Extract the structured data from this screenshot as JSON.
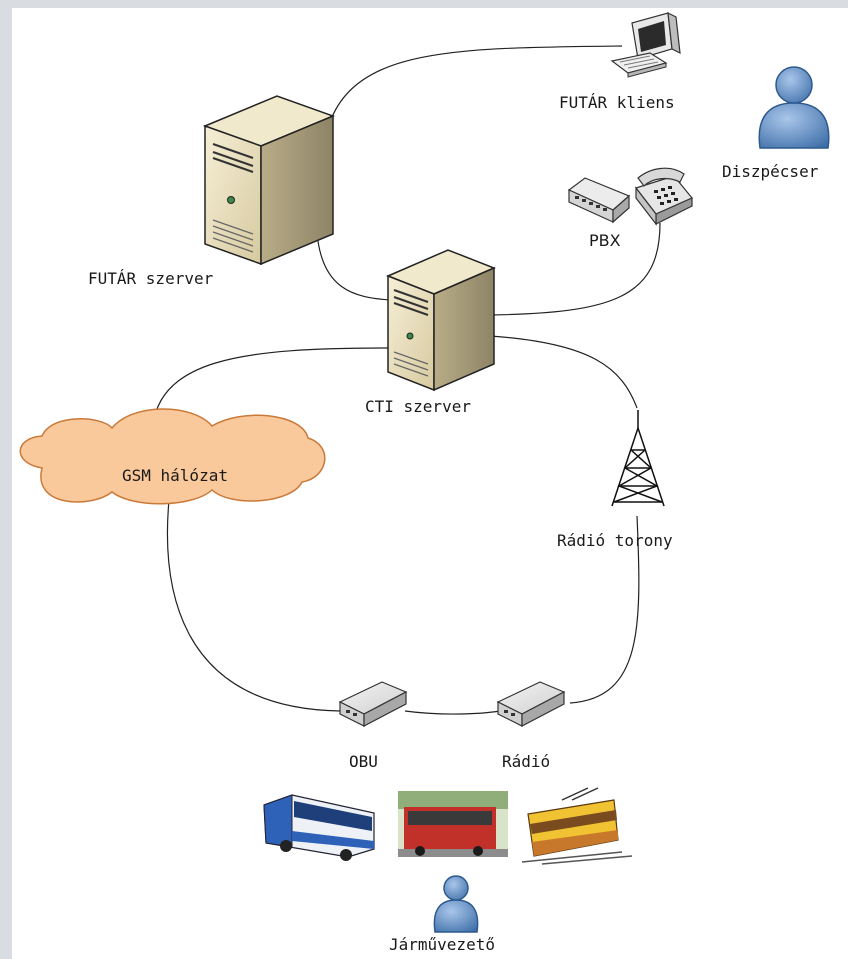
{
  "diagram": {
    "nodes": {
      "futar_kliens": "FUTÁR kliens",
      "diszpecser": "Diszpécser",
      "pbx": "PBX",
      "futar_szerver": "FUTÁR szerver",
      "cti_szerver": "CTI szerver",
      "gsm_halozat": "GSM hálózat",
      "radio_torony": "Rádió torony",
      "obu": "OBU",
      "radio": "Rádió",
      "jarmuvezeto": "Járművezető"
    },
    "icons": [
      "desktop-computer-icon",
      "dispatcher-person-icon",
      "pbx-switch-icon",
      "telephone-icon",
      "futar-server-icon",
      "cti-server-icon",
      "gsm-cloud-icon",
      "radio-tower-icon",
      "obu-device-icon",
      "radio-device-icon",
      "bus-icon",
      "trolleybus-icon",
      "tram-icon",
      "driver-person-icon"
    ],
    "colors": {
      "cloud": "#f9c89b",
      "person": "#6d9ad0",
      "server": "#eee4c4",
      "background": "#d9dde1"
    }
  }
}
